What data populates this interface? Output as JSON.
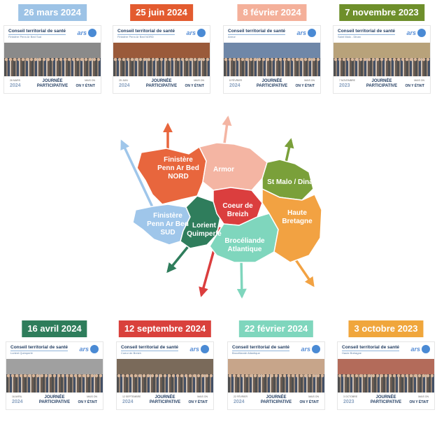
{
  "cards": [
    {
      "date": "26 mars 2024",
      "badge_color": "#9dc3e6",
      "wall": "#8a8a8a",
      "council": "Conseil territorial de santé",
      "subtitle": "Finistère Penn Ar Bed Sud",
      "year": "2024",
      "foot_left": "26 MARS",
      "journee": "JOURNÉE",
      "participative": "PARTICIPATIVE",
      "foot_right_top": "MAIS ON",
      "on_y_etait": "ON Y ÉTAIT",
      "ars": "ars"
    },
    {
      "date": "25 juin 2024",
      "badge_color": "#e35b2f",
      "wall": "#9a5a3a",
      "council": "Conseil territorial de santé",
      "subtitle": "Finistère Penn Ar Bed NORD",
      "year": "2024",
      "foot_left": "25 JUIN",
      "journee": "JOURNÉE",
      "participative": "PARTICIPATIVE",
      "foot_right_top": "MAIS ON",
      "on_y_etait": "ON Y ÉTAIT",
      "ars": "ars"
    },
    {
      "date": "8 février 2024",
      "badge_color": "#f4b09a",
      "wall": "#6f87a8",
      "council": "Conseil territorial de santé",
      "subtitle": "Armor",
      "year": "2024",
      "foot_left": "8 FÉVRIER",
      "journee": "JOURNÉE",
      "participative": "PARTICIPATIVE",
      "foot_right_top": "MAIS ON",
      "on_y_etait": "ON Y ÉTAIT",
      "ars": "ars"
    },
    {
      "date": "7 novembre 2023",
      "badge_color": "#6e8f2b",
      "wall": "#b8a27a",
      "council": "Conseil territorial de santé",
      "subtitle": "Saint Malo - Dinan",
      "year": "2023",
      "foot_left": "7 NOVEMBRE",
      "journee": "JOURNÉE",
      "participative": "PARTICIPATIVE",
      "foot_right_top": "MAIS ON",
      "on_y_etait": "ON Y ÉTAIT",
      "ars": "ars"
    },
    {
      "date": "16 avril 2024",
      "badge_color": "#2e7d5b",
      "wall": "#a0a0a0",
      "council": "Conseil territorial de santé",
      "subtitle": "Lorient Quimperlé",
      "year": "2024",
      "foot_left": "16 AVRIL",
      "journee": "JOURNÉE",
      "participative": "PARTICIPATIVE",
      "foot_right_top": "MAIS ON",
      "on_y_etait": "ON Y ÉTAIT",
      "ars": "ars"
    },
    {
      "date": "12 septembre 2024",
      "badge_color": "#d9413c",
      "wall": "#7a6a5a",
      "council": "Conseil territorial de santé",
      "subtitle": "Coeur de Breizh",
      "year": "2024",
      "foot_left": "12 SEPTEMBRE",
      "journee": "JOURNÉE",
      "participative": "PARTICIPATIVE",
      "foot_right_top": "MAIS ON",
      "on_y_etait": "ON Y ÉTAIT",
      "ars": "ars"
    },
    {
      "date": "22 février 2024",
      "badge_color": "#7fd6bd",
      "wall": "#c7a58a",
      "council": "Conseil territorial de santé",
      "subtitle": "Brocéliande Atlantique",
      "year": "2024",
      "foot_left": "22 FÉVRIER",
      "journee": "JOURNÉE",
      "participative": "PARTICIPATIVE",
      "foot_right_top": "MAIS ON",
      "on_y_etait": "ON Y ÉTAIT",
      "ars": "ars"
    },
    {
      "date": "3 octobre 2023",
      "badge_color": "#f0a63c",
      "wall": "#b36b5a",
      "council": "Conseil territorial de santé",
      "subtitle": "Haute Bretagne",
      "year": "2023",
      "foot_left": "3 OCTOBRE",
      "journee": "JOURNÉE",
      "participative": "PARTICIPATIVE",
      "foot_right_top": "MAIS ON",
      "on_y_etait": "ON Y ÉTAIT",
      "ars": "ars"
    }
  ],
  "regions": [
    {
      "id": "finistere-nord",
      "lines": [
        "Finistère",
        "Penn Ar Bed",
        "NORD"
      ],
      "color": "#e8663d",
      "arrow_color": "#e8663d"
    },
    {
      "id": "armor",
      "lines": [
        "Armor"
      ],
      "color": "#f4b5a3",
      "arrow_color": "#f4b5a3"
    },
    {
      "id": "st-malo-dinan",
      "lines": [
        "St Malo / Dinan"
      ],
      "color": "#7aa03a",
      "arrow_color": "#7aa03a"
    },
    {
      "id": "finistere-sud",
      "lines": [
        "Finistère",
        "Penn Ar Bed",
        "SUD"
      ],
      "color": "#9fc6ea",
      "arrow_color": "#9fc6ea"
    },
    {
      "id": "lorient-quimperle",
      "lines": [
        "Lorient",
        "Quimperlé"
      ],
      "color": "#2f7d5c",
      "arrow_color": "#2f7d5c"
    },
    {
      "id": "coeur-de-breizh",
      "lines": [
        "Coeur de",
        "Breizh"
      ],
      "color": "#db3e3e",
      "arrow_color": "#db3e3e"
    },
    {
      "id": "broceliande-atlantique",
      "lines": [
        "Brocéliande",
        "Atlantique"
      ],
      "color": "#7fd6bd",
      "arrow_color": "#7fd6bd"
    },
    {
      "id": "haute-bretagne",
      "lines": [
        "Haute",
        "Bretagne"
      ],
      "color": "#f2a242",
      "arrow_color": "#f2a242"
    }
  ]
}
